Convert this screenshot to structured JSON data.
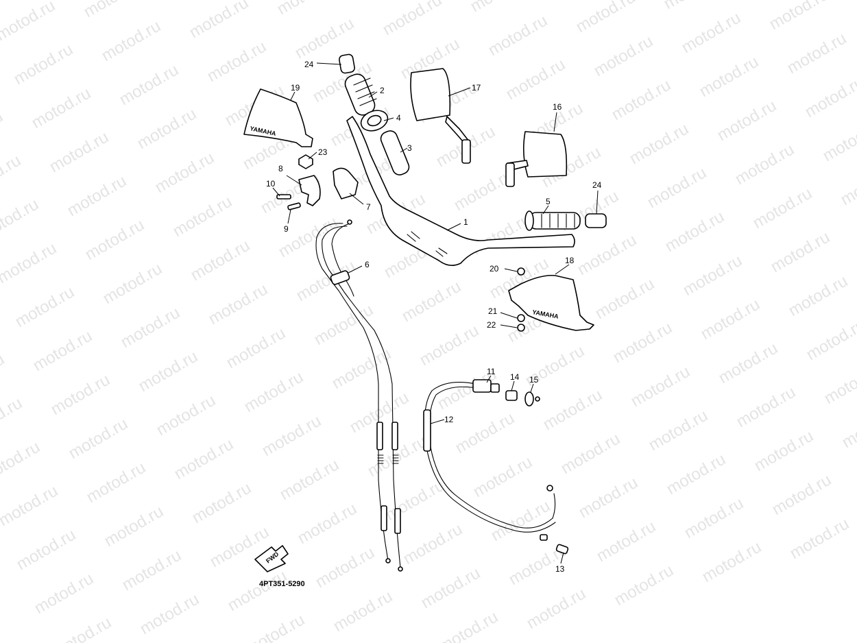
{
  "watermark": {
    "text": "motod.ru",
    "color": "#e4e4e4"
  },
  "diagram_code": "4PT351-5290",
  "fwd_label": "FWD",
  "brand_text": "YAMAHA",
  "callouts": [
    {
      "id": "c1",
      "label": "1"
    },
    {
      "id": "c2",
      "label": "2"
    },
    {
      "id": "c3",
      "label": "3"
    },
    {
      "id": "c4",
      "label": "4"
    },
    {
      "id": "c5",
      "label": "5"
    },
    {
      "id": "c6",
      "label": "6"
    },
    {
      "id": "c7",
      "label": "7"
    },
    {
      "id": "c8",
      "label": "8"
    },
    {
      "id": "c9",
      "label": "9"
    },
    {
      "id": "c10",
      "label": "10"
    },
    {
      "id": "c11",
      "label": "11"
    },
    {
      "id": "c12",
      "label": "12"
    },
    {
      "id": "c13",
      "label": "13"
    },
    {
      "id": "c14",
      "label": "14"
    },
    {
      "id": "c15",
      "label": "15"
    },
    {
      "id": "c16",
      "label": "16"
    },
    {
      "id": "c17",
      "label": "17"
    },
    {
      "id": "c18",
      "label": "18"
    },
    {
      "id": "c19",
      "label": "19"
    },
    {
      "id": "c20",
      "label": "20"
    },
    {
      "id": "c21",
      "label": "21"
    },
    {
      "id": "c22",
      "label": "22"
    },
    {
      "id": "c23",
      "label": "23"
    },
    {
      "id": "c24a",
      "label": "24"
    },
    {
      "id": "c24b",
      "label": "24"
    }
  ]
}
